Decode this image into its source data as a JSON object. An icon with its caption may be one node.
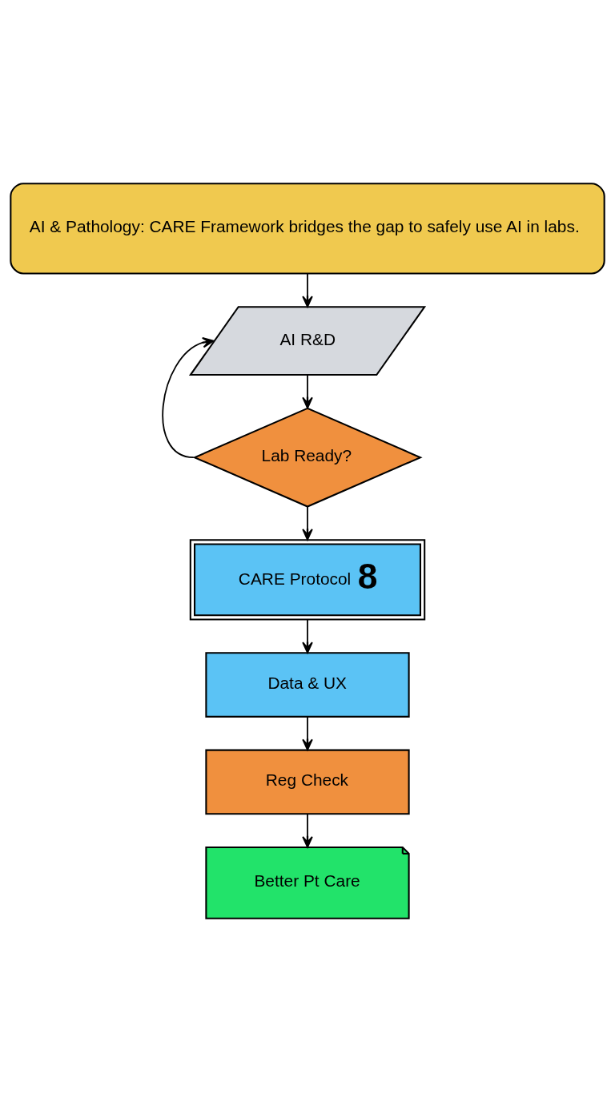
{
  "diagram": {
    "nodes": [
      {
        "text": [
          "AI & Pathology: CARE Framework bridges the gap to safely use AI in labs."
        ]
      },
      {
        "text": [
          "AI R&D"
        ]
      },
      {
        "text": [
          "Lab Ready?"
        ]
      },
      {
        "text": [
          "CARE Protocol",
          "8"
        ]
      },
      {
        "text": [
          "Data & UX"
        ]
      },
      {
        "text": [
          "Reg Check"
        ]
      },
      {
        "text": [
          "Better Pt Care"
        ]
      }
    ],
    "edges": [
      {
        "from": 0,
        "to": 1,
        "arrow": "to"
      },
      {
        "from": 1,
        "to": 2,
        "arrow": "to"
      },
      {
        "from": 2,
        "to": 1,
        "arrow": "to"
      },
      {
        "from": 2,
        "to": 3,
        "arrow": "to"
      },
      {
        "from": 3,
        "to": 4,
        "arrow": "to"
      },
      {
        "from": 4,
        "to": 5,
        "arrow": "to"
      },
      {
        "from": 5,
        "to": 6,
        "arrow": "to"
      }
    ]
  }
}
